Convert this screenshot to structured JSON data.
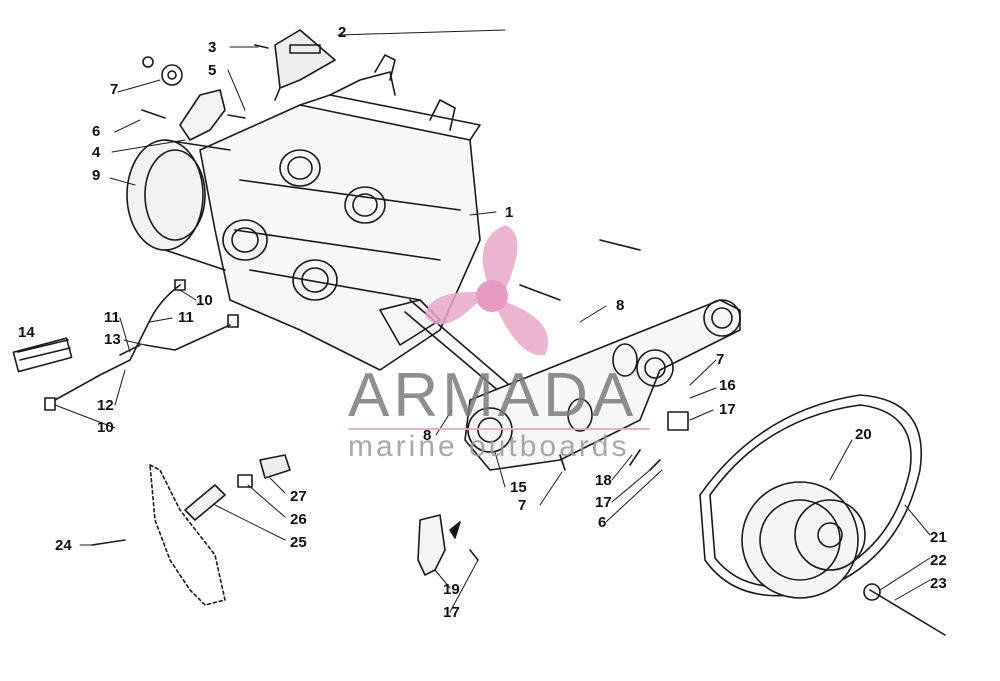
{
  "diagram": {
    "callouts": [
      {
        "id": "c1",
        "text": "1"
      },
      {
        "id": "c2",
        "text": "2"
      },
      {
        "id": "c3",
        "text": "3"
      },
      {
        "id": "c4",
        "text": "4"
      },
      {
        "id": "c5",
        "text": "5"
      },
      {
        "id": "c6a",
        "text": "6"
      },
      {
        "id": "c6b",
        "text": "6"
      },
      {
        "id": "c7a",
        "text": "7"
      },
      {
        "id": "c7b",
        "text": "7"
      },
      {
        "id": "c7c",
        "text": "7"
      },
      {
        "id": "c8a",
        "text": "8"
      },
      {
        "id": "c8b",
        "text": "8"
      },
      {
        "id": "c9",
        "text": "9"
      },
      {
        "id": "c10a",
        "text": "10"
      },
      {
        "id": "c10b",
        "text": "10"
      },
      {
        "id": "c11a",
        "text": "11"
      },
      {
        "id": "c11b",
        "text": "11"
      },
      {
        "id": "c12",
        "text": "12"
      },
      {
        "id": "c13",
        "text": "13"
      },
      {
        "id": "c14",
        "text": "14"
      },
      {
        "id": "c15",
        "text": "15"
      },
      {
        "id": "c16",
        "text": "16"
      },
      {
        "id": "c17a",
        "text": "17"
      },
      {
        "id": "c17b",
        "text": "17"
      },
      {
        "id": "c17c",
        "text": "17"
      },
      {
        "id": "c18",
        "text": "18"
      },
      {
        "id": "c19",
        "text": "19"
      },
      {
        "id": "c20",
        "text": "20"
      },
      {
        "id": "c21",
        "text": "21"
      },
      {
        "id": "c22",
        "text": "22"
      },
      {
        "id": "c23",
        "text": "23"
      },
      {
        "id": "c24",
        "text": "24"
      },
      {
        "id": "c25",
        "text": "25"
      },
      {
        "id": "c26",
        "text": "26"
      },
      {
        "id": "c27",
        "text": "27"
      }
    ]
  },
  "watermark": {
    "brand": "ARMADA",
    "tagline": "marine outboards",
    "logo_color": "#e8a8c8",
    "logo_center_color": "#e28bb8"
  }
}
